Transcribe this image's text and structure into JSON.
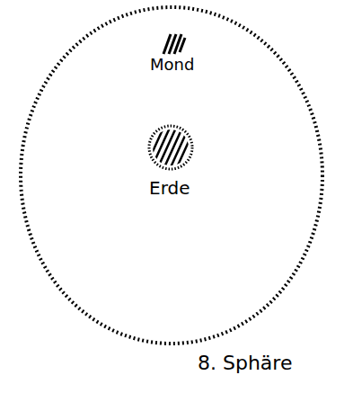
{
  "diagram": {
    "nodes": [
      {
        "text": [
          "8. Sphäre"
        ]
      },
      {
        "text": [
          "Mond"
        ],
        "in": 0
      },
      {
        "text": [
          "Erde"
        ],
        "in": 0
      }
    ]
  }
}
